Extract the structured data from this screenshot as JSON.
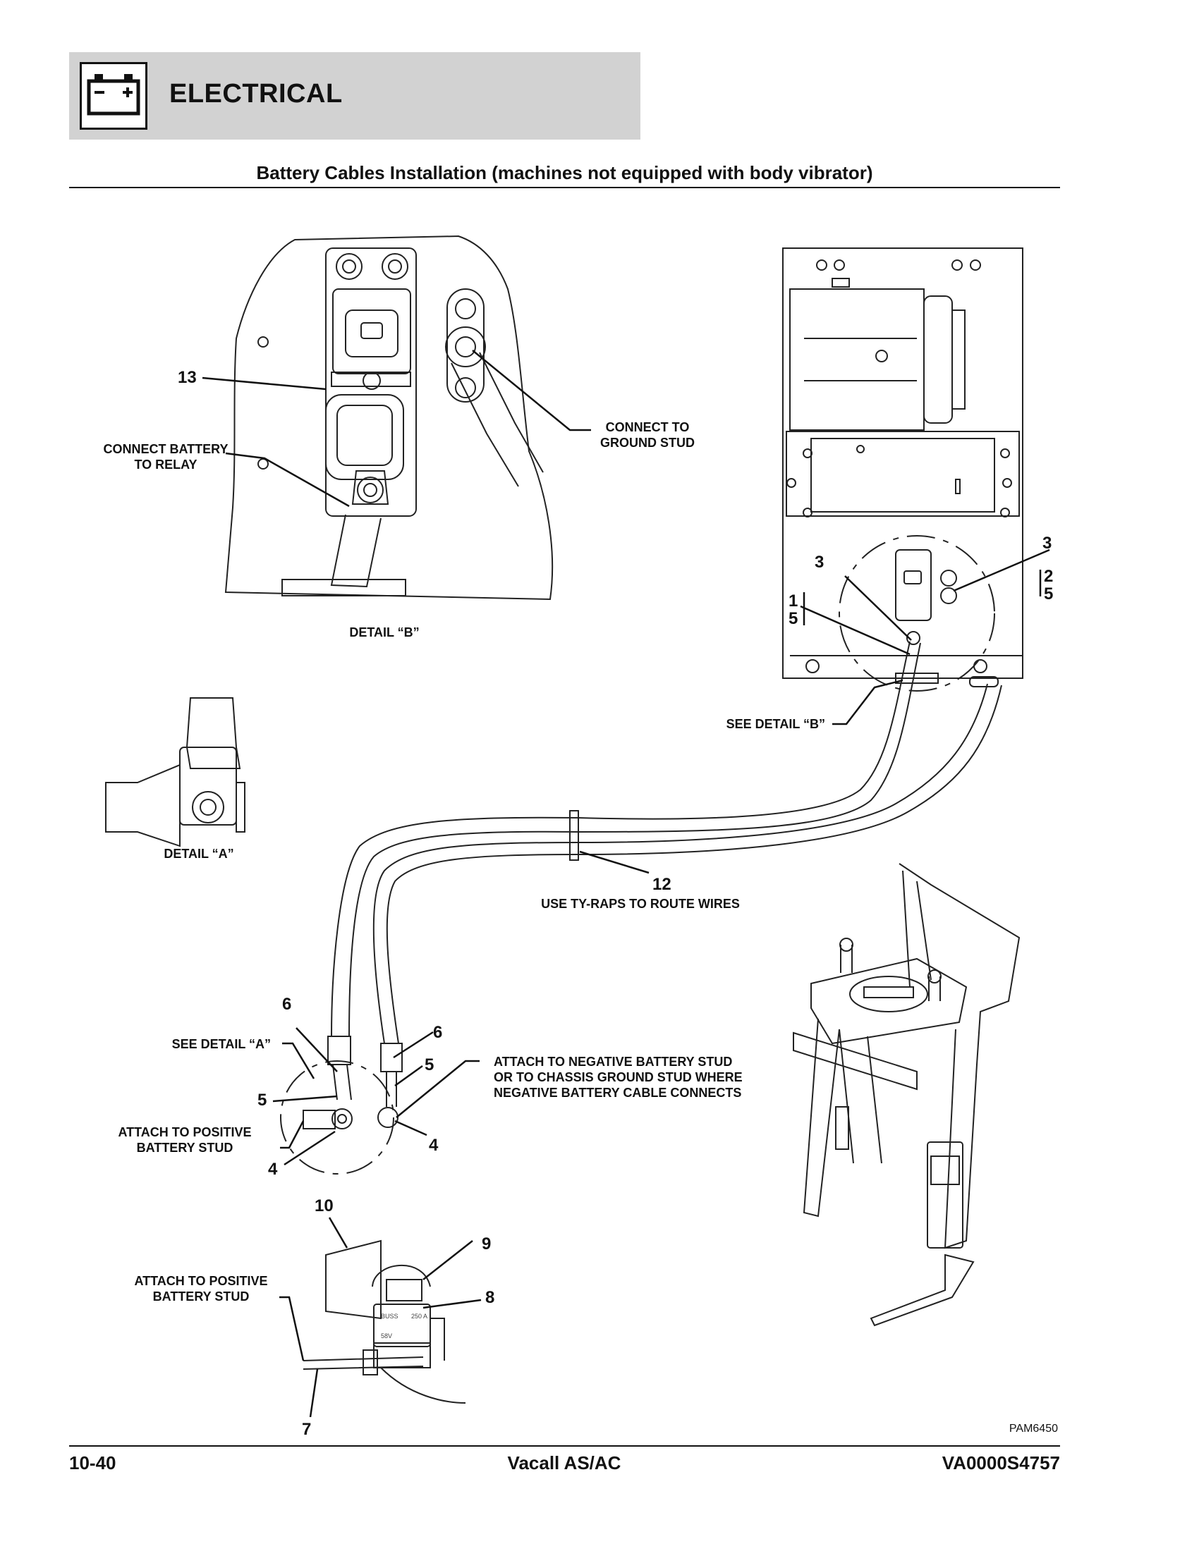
{
  "header": {
    "section_title": "ELECTRICAL",
    "page_title": "Battery Cables Installation (machines not equipped with body vibrator)"
  },
  "callouts": {
    "connect_battery_relay": [
      "CONNECT BATTERY",
      "TO RELAY"
    ],
    "connect_ground_stud": [
      "CONNECT TO",
      "GROUND STUD"
    ],
    "detail_b": "DETAIL “B”",
    "detail_a": "DETAIL “A”",
    "see_detail_b": "SEE DETAIL “B”",
    "see_detail_a": "SEE DETAIL “A”",
    "use_ty_raps": "USE TY-RAPS TO ROUTE WIRES",
    "attach_negative": [
      "ATTACH TO NEGATIVE BATTERY STUD",
      "OR TO CHASSIS GROUND STUD WHERE",
      "NEGATIVE BATTERY CABLE CONNECTS"
    ],
    "attach_positive_1": [
      "ATTACH TO POSITIVE",
      "BATTERY STUD"
    ],
    "attach_positive_2": [
      "ATTACH TO POSITIVE",
      "BATTERY STUD"
    ]
  },
  "item_numbers": {
    "n13": "13",
    "n3a": "3",
    "n3b": "3",
    "n2": "2",
    "n5a": "5",
    "n1": "1",
    "n5b": "5",
    "n12": "12",
    "n6a": "6",
    "n6b": "6",
    "n5c": "5",
    "n5d": "5",
    "n4a": "4",
    "n4b": "4",
    "n10": "10",
    "n9": "9",
    "n8": "8",
    "n7": "7"
  },
  "fuse_text": {
    "brand": "BUSS",
    "rating": "250 A",
    "voltage": "58V"
  },
  "drawing_code": "PAM6450",
  "footer": {
    "page_number": "10-40",
    "product": "Vacall AS/AC",
    "doc_id": "VA0000S4757"
  }
}
